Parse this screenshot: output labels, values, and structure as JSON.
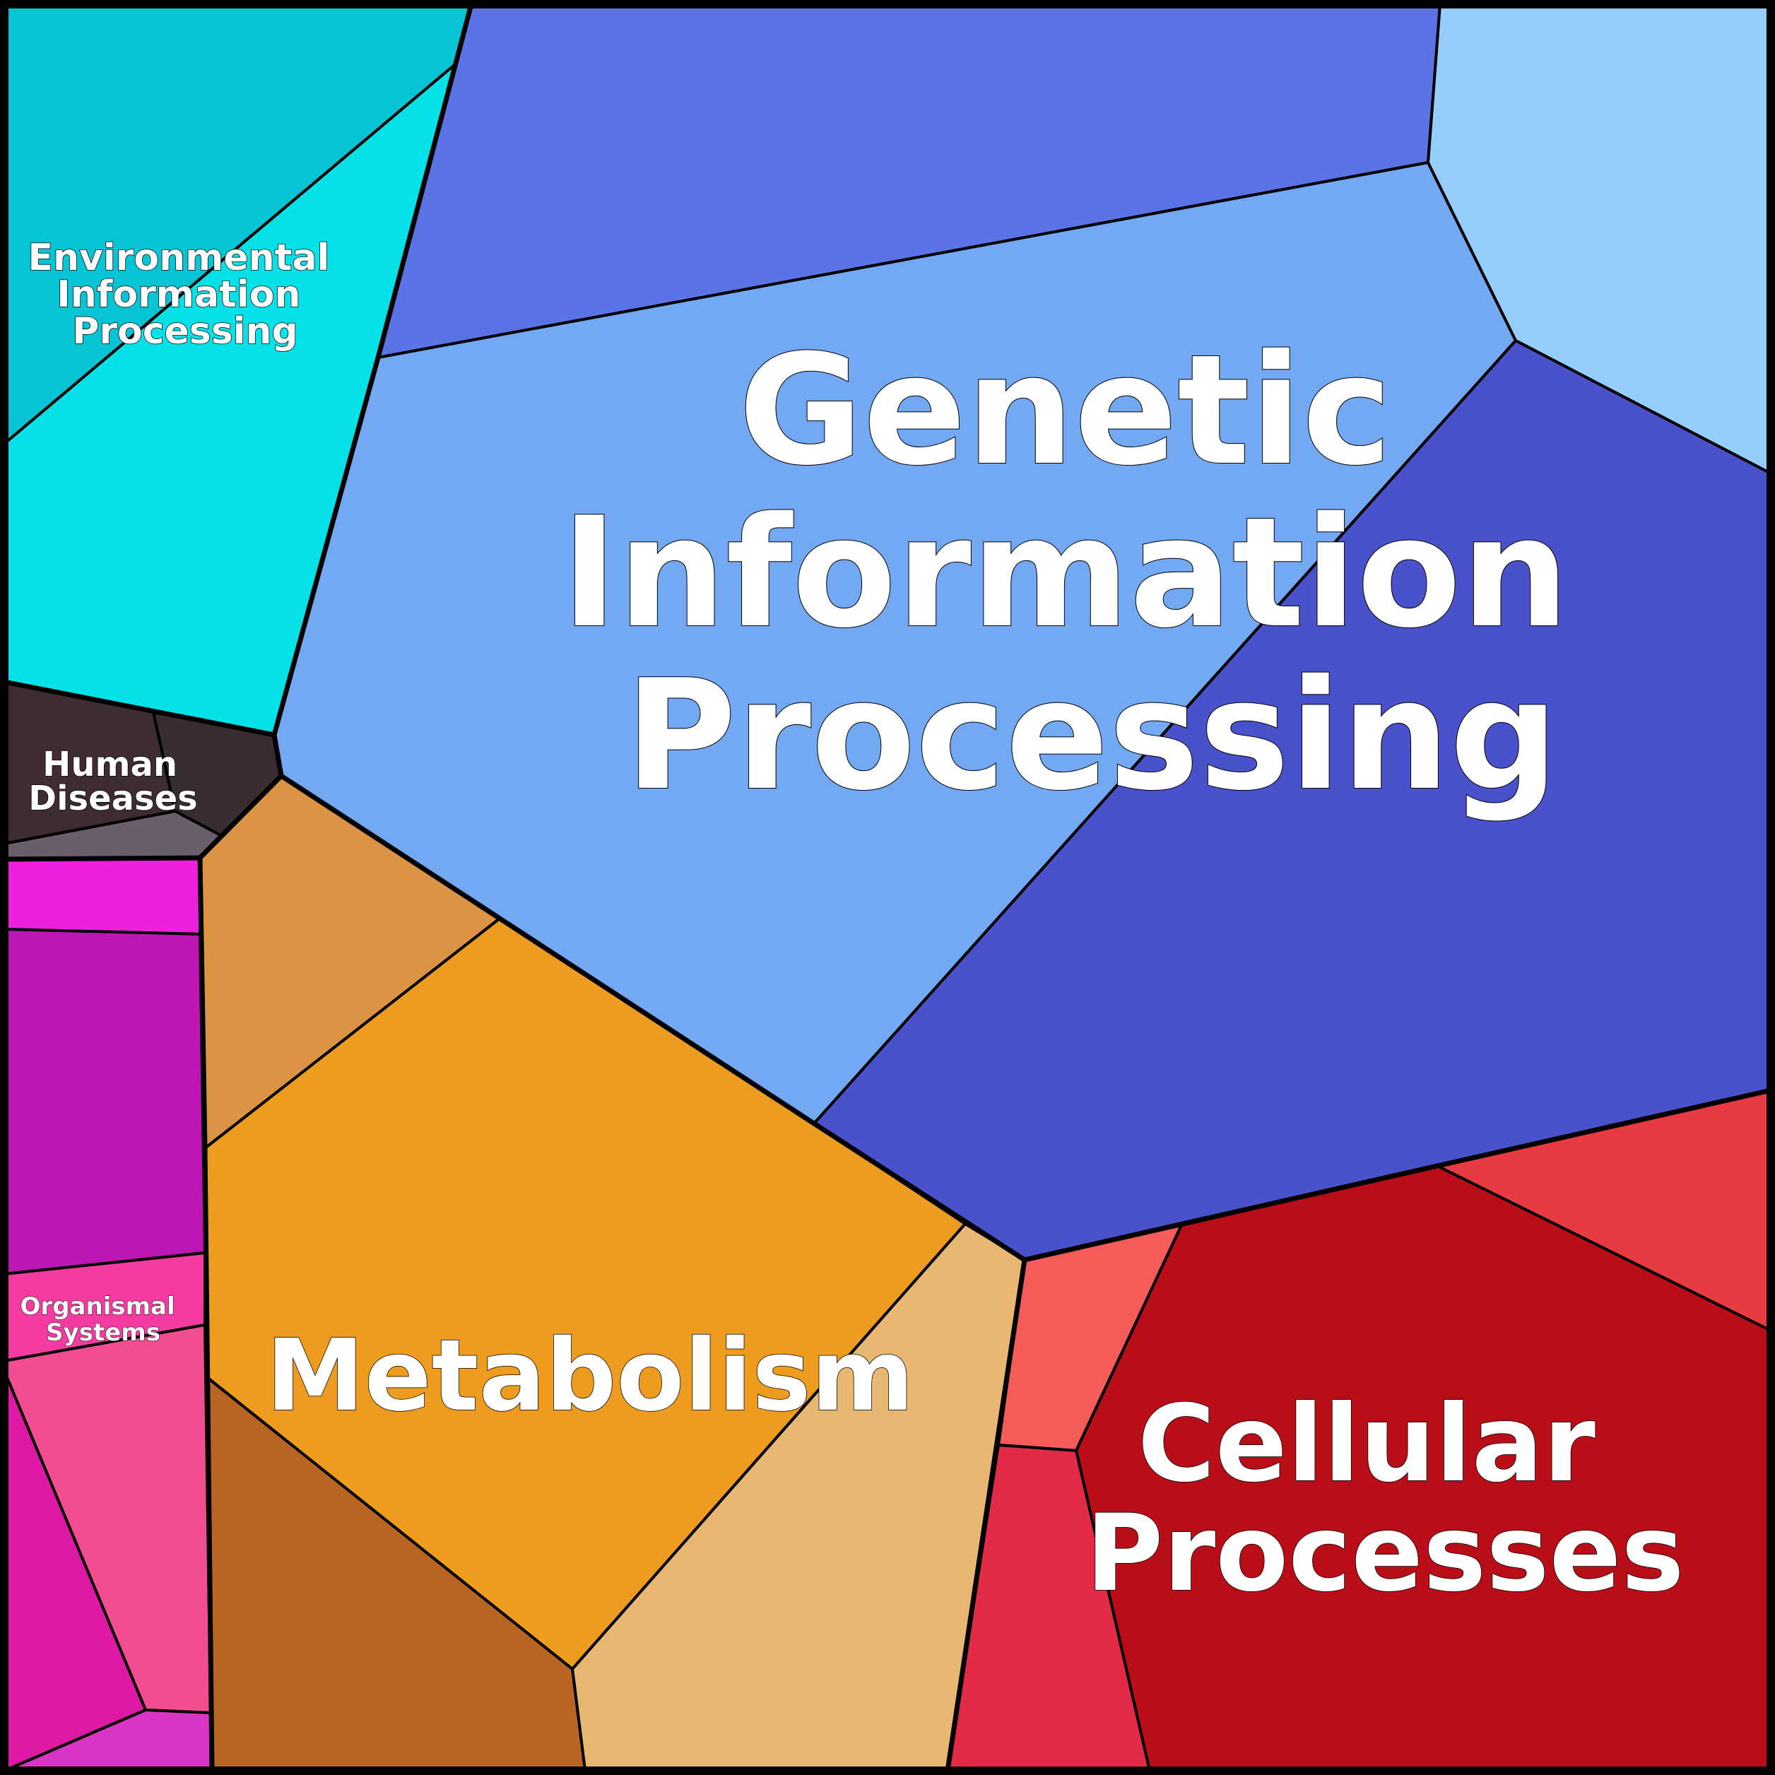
{
  "labels": {
    "genetic_line1": "Genetic",
    "genetic_line2": "Information",
    "genetic_line3": "Processing",
    "metabolism": "Metabolism",
    "cellular_line1": "Cellular",
    "cellular_line2": "Processes",
    "environmental_line1": "Environmental",
    "environmental_line2": "Information",
    "environmental_line3": "Processing",
    "human_line1": "Human",
    "human_line2": "Diseases",
    "organismal_line1": "Organismal",
    "organismal_line2": "Systems"
  },
  "colors": {
    "genetic": [
      "#5A74E6",
      "#73A8F2",
      "#95CDFB",
      "#4A52CB"
    ],
    "metabolism": [
      "#DB9344",
      "#EE9C1F",
      "#E8B872",
      "#B86423"
    ],
    "cellular": [
      "#F55B58",
      "#B90D17",
      "#E73B41",
      "#E32B48"
    ],
    "environmental": [
      "#06C4D4",
      "#04E1E8"
    ],
    "human_diseases": [
      "#3E2B33",
      "#3A2C33",
      "#6A5E6C"
    ],
    "organismal": [
      "#EE20DE",
      "#BE15B5",
      "#F43BA1",
      "#F24C93",
      "#DF19A6",
      "#D935C5"
    ]
  }
}
